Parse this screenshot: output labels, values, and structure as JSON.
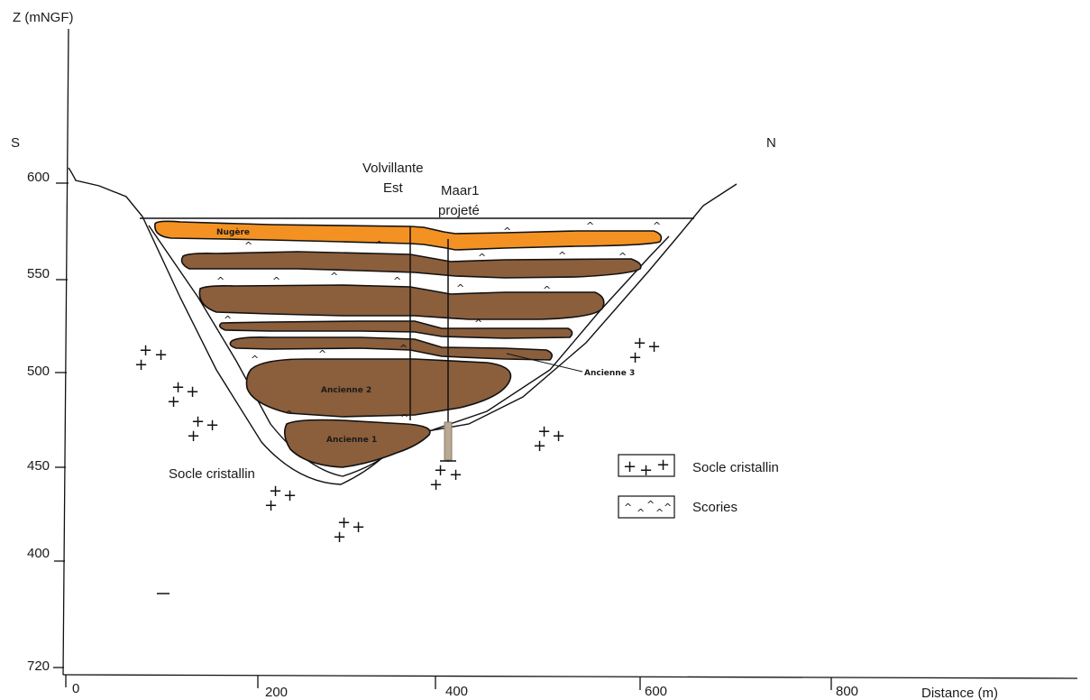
{
  "axes": {
    "y_title": "Z (mNGF)",
    "x_title": "Distance (m)",
    "y_ticks": [
      "600",
      "550",
      "500",
      "450",
      "400",
      "720"
    ],
    "x_ticks": [
      "0",
      "200",
      "400",
      "600",
      "800"
    ]
  },
  "orientation": {
    "left": "S",
    "right": "N"
  },
  "boreholes": {
    "volvillante_line1": "Volvillante",
    "volvillante_line2": "Est",
    "maar_line1": "Maar1",
    "maar_line2": "projeté"
  },
  "layers": {
    "nugere": "Nugère",
    "ancienne_2": "Ancienne 2",
    "ancienne_1": "Ancienne 1",
    "ancienne_3": "Ancienne 3"
  },
  "basement_label": "Socle cristallin",
  "legend": {
    "crystalline_symbol": "+ + +",
    "crystalline_label": "Socle cristallin",
    "scories_symbol": "^ ^ ^ ^",
    "scories_label": "Scories"
  },
  "colors": {
    "nugere_fill": "#f39223",
    "ancient_fill": "#8b5e3c",
    "borehole_casing": "#b8a894"
  }
}
